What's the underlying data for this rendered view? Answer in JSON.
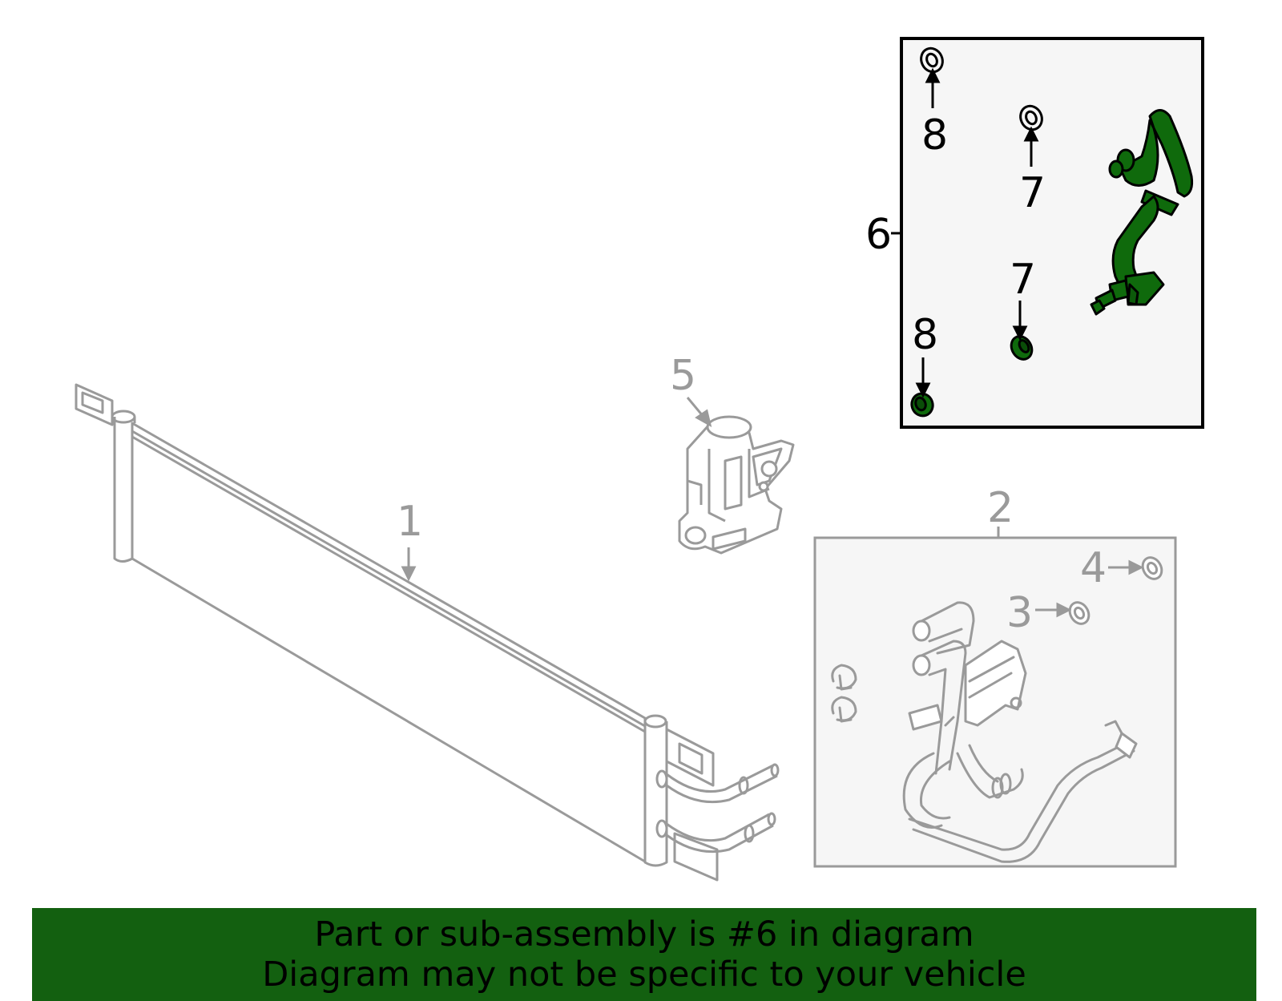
{
  "callouts": {
    "part_1": "1",
    "part_2": "2",
    "part_3": "3",
    "part_4": "4",
    "part_5": "5",
    "part_6": "6",
    "part_7_top": "7",
    "part_7_bottom": "7",
    "part_8_top": "8",
    "part_8_bottom": "8"
  },
  "banner": {
    "line1": "Part or sub-assembly is #6 in diagram",
    "line2": "Diagram may not be specific to your vehicle"
  },
  "colors": {
    "highlight_green": "#136010",
    "part_green": "#0f6a0c",
    "line_grey": "#9a9a9a",
    "box_fill": "#f6f6f6"
  }
}
